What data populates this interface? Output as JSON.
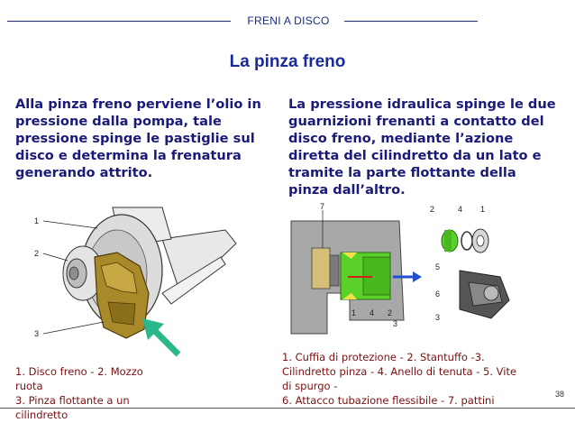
{
  "header": {
    "title": "FRENI A DISCO"
  },
  "slide": {
    "title": "La pinza freno",
    "left_text": "Alla pinza freno perviene l’olio in pressione dalla pompa, tale pressione spinge le pastiglie sul disco e determina la frenatura generando attrito.",
    "right_text": "La pressione idraulica spinge le due guarnizioni frenanti a contatto del disco freno, mediante l’azione diretta del cilindretto da un lato e tramite la parte flottante della pinza dall’altro.",
    "caption_left": [
      "1. Disco freno - 2. Mozzo",
      "ruota",
      "3. Pinza flottante a un",
      "cilindretto"
    ],
    "caption_right": [
      "1. Cuffia di protezione - 2. Stantuffo -3.",
      "Cilindretto pinza - 4. Anello di tenuta - 5. Vite",
      "di spurgo -",
      "6. Attacco tubazione flessibile - 7. pattini"
    ],
    "page_number": "38"
  },
  "figure_left": {
    "labels": [
      "1",
      "2",
      "3"
    ]
  },
  "figure_right": {
    "labels_section": [
      "7",
      "1",
      "4",
      "2",
      "3"
    ],
    "labels_parts": [
      "2",
      "4",
      "1",
      "5",
      "6",
      "3"
    ]
  }
}
